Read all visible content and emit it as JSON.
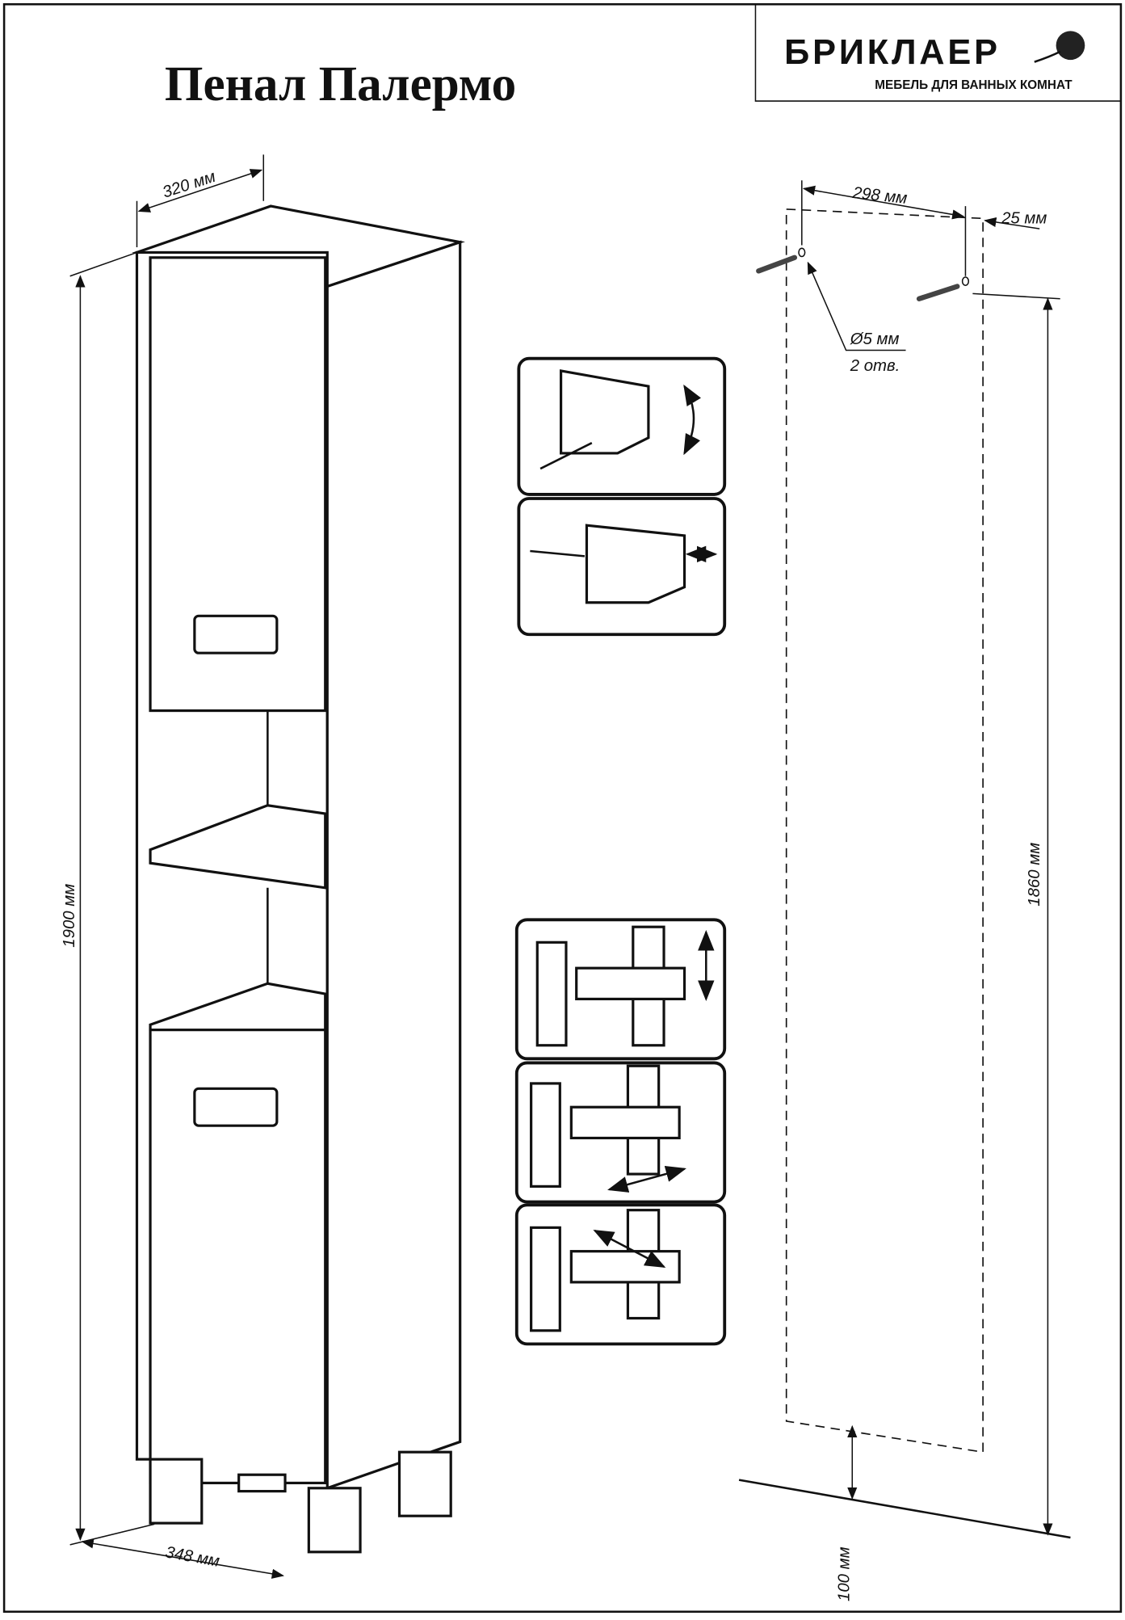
{
  "title": "Пенал Палермо",
  "logo": {
    "brand": "БРИКЛАЕР",
    "tagline": "МЕБЕЛЬ ДЛЯ ВАННЫХ КОМНАТ"
  },
  "dimensions": {
    "depth": "320 мм",
    "height": "1900 мм",
    "width": "348 мм",
    "hole_spacing": "298 мм",
    "hole_offset": "25 мм",
    "hole_diameter": "Ø5 мм",
    "hole_count": "2 отв.",
    "mount_height": "1860 мм",
    "floor_gap": "100 мм"
  }
}
